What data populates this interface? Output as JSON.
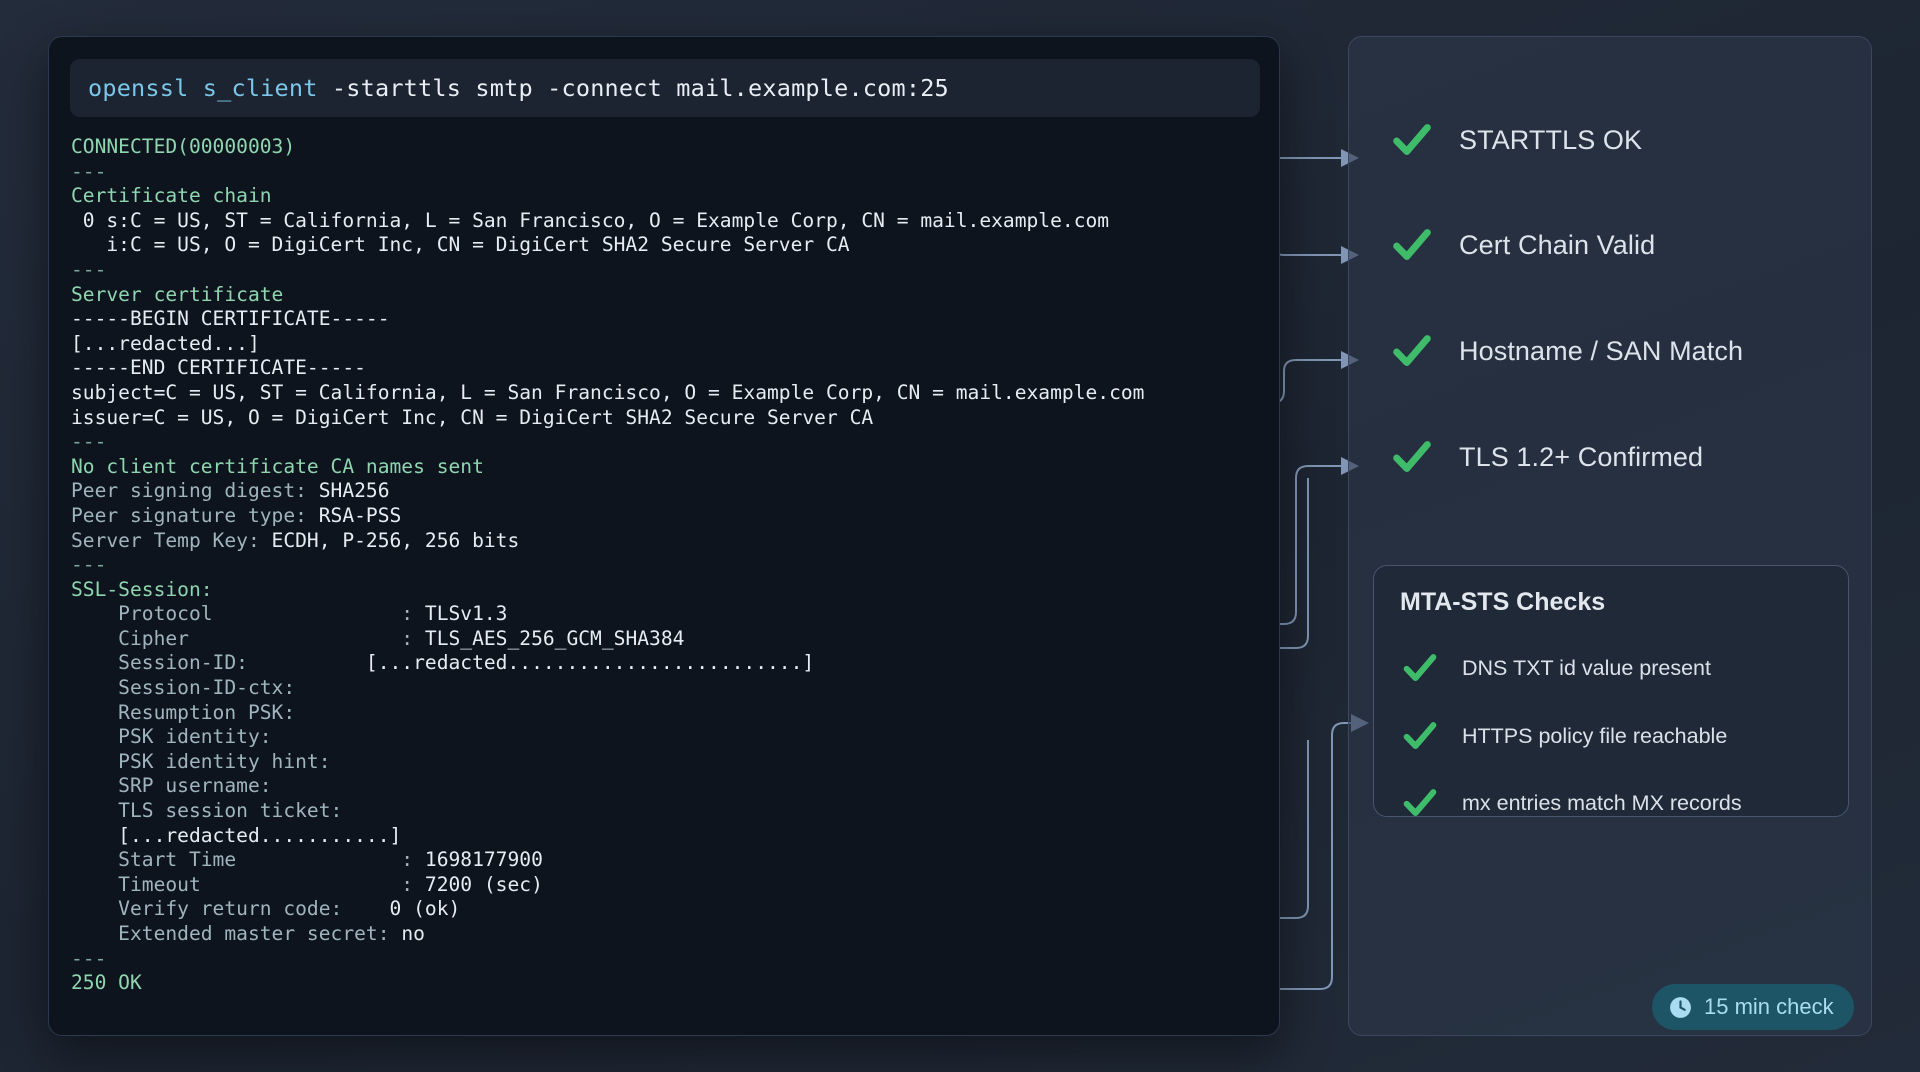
{
  "terminal": {
    "command": {
      "program": "openssl s_client",
      "args": " -starttls smtp -connect mail.example.com:25"
    },
    "lines": [
      {
        "text": "CONNECTED(00000003)",
        "style": "green"
      },
      {
        "text": "---",
        "style": "dim"
      },
      {
        "text": "Certificate chain",
        "style": "green"
      },
      {
        "text": " 0 s:C = US, ST = California, L = San Francisco, O = Example Corp, CN = mail.example.com",
        "style": "white"
      },
      {
        "text": "   i:C = US, O = DigiCert Inc, CN = DigiCert SHA2 Secure Server CA",
        "style": "white"
      },
      {
        "text": "---",
        "style": "dim"
      },
      {
        "text": "Server certificate",
        "style": "green"
      },
      {
        "text": "-----BEGIN CERTIFICATE-----",
        "style": "white"
      },
      {
        "text": "[...redacted...]",
        "style": "white"
      },
      {
        "text": "-----END CERTIFICATE-----",
        "style": "white"
      },
      {
        "text": "subject=C = US, ST = California, L = San Francisco, O = Example Corp, CN = mail.example.com",
        "style": "white"
      },
      {
        "text": "issuer=C = US, O = DigiCert Inc, CN = DigiCert SHA2 Secure Server CA",
        "style": "white"
      },
      {
        "text": "---",
        "style": "dim"
      },
      {
        "text": "No client certificate CA names sent",
        "style": "green"
      },
      {
        "label": "Peer signing digest: ",
        "value": "SHA256",
        "style": "kv"
      },
      {
        "label": "Peer signature type: ",
        "value": "RSA-PSS",
        "style": "kv"
      },
      {
        "label": "Server Temp Key: ",
        "value": "ECDH, P-256, 256 bits",
        "style": "kv"
      },
      {
        "text": "---",
        "style": "dim"
      },
      {
        "text": "SSL-Session:",
        "style": "sess"
      },
      {
        "label": "    Protocol                : ",
        "value": "TLSv1.3",
        "style": "kv"
      },
      {
        "label": "    Cipher                  : ",
        "value": "TLS_AES_256_GCM_SHA384",
        "style": "kv"
      },
      {
        "label": "    Session-ID:          ",
        "value": "[...redacted.........................]",
        "style": "kv"
      },
      {
        "label": "    Session-ID-ctx:",
        "value": "",
        "style": "kv"
      },
      {
        "label": "    Resumption PSK:",
        "value": "",
        "style": "kv"
      },
      {
        "label": "    PSK identity:",
        "value": "",
        "style": "kv"
      },
      {
        "label": "    PSK identity hint:",
        "value": "",
        "style": "kv"
      },
      {
        "label": "    SRP username:",
        "value": "",
        "style": "kv"
      },
      {
        "label": "    TLS session ticket:",
        "value": "",
        "style": "kv"
      },
      {
        "label": "    ",
        "value": "[...redacted...........]",
        "style": "kv"
      },
      {
        "label": "    Start Time              : ",
        "value": "1698177900",
        "style": "kv"
      },
      {
        "label": "    Timeout                 : ",
        "value": "7200 (sec)",
        "style": "kv"
      },
      {
        "label": "    Verify return code:    ",
        "value": "0 (ok)",
        "style": "kv"
      },
      {
        "label": "    Extended master secret: ",
        "value": "no",
        "style": "kv"
      },
      {
        "text": "---",
        "style": "dim"
      },
      {
        "text": "250 OK",
        "style": "green"
      }
    ]
  },
  "panel": {
    "checks": [
      {
        "label": "STARTTLS OK"
      },
      {
        "label": "Cert Chain Valid"
      },
      {
        "label": "Hostname / SAN Match"
      },
      {
        "label": "TLS 1.2+ Confirmed"
      }
    ],
    "mta": {
      "title": "MTA-STS Checks",
      "items": [
        {
          "label": "DNS TXT id value present"
        },
        {
          "label": "HTTPS policy file reachable"
        },
        {
          "label": "mx entries match MX records"
        }
      ]
    }
  },
  "badge": {
    "icon": "clock-icon",
    "label": "15 min check"
  },
  "colors": {
    "check_green": "#3fbc6a",
    "badge_bg": "#1d5566",
    "badge_text": "#a9dcf0",
    "terminal_bg": "#0e141d",
    "panel_bg": "#2d384a",
    "wire": "#8096b4"
  }
}
